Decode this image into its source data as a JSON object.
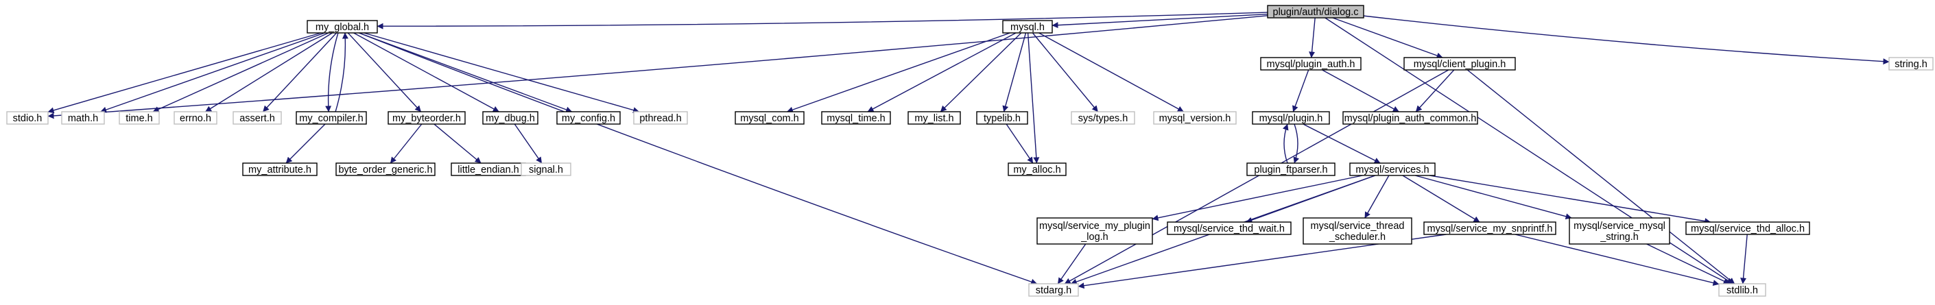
{
  "title": "plugin/auth/dialog.c",
  "colors": {
    "edge": "#191970",
    "root_fill": "#bfbfbf",
    "node_border": "#000000",
    "system_border": "#bfbfbf",
    "background": "#ffffff"
  },
  "nodes": [
    {
      "id": "dialog_c",
      "label": "plugin/auth/dialog.c",
      "kind": "root"
    },
    {
      "id": "my_global_h",
      "label": "my_global.h",
      "kind": "linked"
    },
    {
      "id": "mysql_h",
      "label": "mysql.h",
      "kind": "linked"
    },
    {
      "id": "mysql_plugin_auth_h",
      "label": "mysql/plugin_auth.h",
      "kind": "linked"
    },
    {
      "id": "mysql_client_plugin_h",
      "label": "mysql/client_plugin.h",
      "kind": "linked"
    },
    {
      "id": "string_h",
      "label": "string.h",
      "kind": "system"
    },
    {
      "id": "stdio_h",
      "label": "stdio.h",
      "kind": "system"
    },
    {
      "id": "math_h",
      "label": "math.h",
      "kind": "system"
    },
    {
      "id": "time_h",
      "label": "time.h",
      "kind": "system"
    },
    {
      "id": "errno_h",
      "label": "errno.h",
      "kind": "system"
    },
    {
      "id": "assert_h",
      "label": "assert.h",
      "kind": "system"
    },
    {
      "id": "my_compiler_h",
      "label": "my_compiler.h",
      "kind": "linked"
    },
    {
      "id": "my_byteorder_h",
      "label": "my_byteorder.h",
      "kind": "linked"
    },
    {
      "id": "my_dbug_h",
      "label": "my_dbug.h",
      "kind": "linked"
    },
    {
      "id": "my_config_h",
      "label": "my_config.h",
      "kind": "linked"
    },
    {
      "id": "pthread_h",
      "label": "pthread.h",
      "kind": "system"
    },
    {
      "id": "my_attribute_h",
      "label": "my_attribute.h",
      "kind": "linked"
    },
    {
      "id": "byte_order_generic_h",
      "label": "byte_order_generic.h",
      "kind": "linked"
    },
    {
      "id": "little_endian_h",
      "label": "little_endian.h",
      "kind": "linked"
    },
    {
      "id": "signal_h",
      "label": "signal.h",
      "kind": "system"
    },
    {
      "id": "mysql_com_h",
      "label": "mysql_com.h",
      "kind": "linked"
    },
    {
      "id": "mysql_time_h",
      "label": "mysql_time.h",
      "kind": "linked"
    },
    {
      "id": "my_list_h",
      "label": "my_list.h",
      "kind": "linked"
    },
    {
      "id": "typelib_h",
      "label": "typelib.h",
      "kind": "linked"
    },
    {
      "id": "sys_types_h",
      "label": "sys/types.h",
      "kind": "system"
    },
    {
      "id": "mysql_version_h",
      "label": "mysql_version.h",
      "kind": "system"
    },
    {
      "id": "my_alloc_h",
      "label": "my_alloc.h",
      "kind": "linked"
    },
    {
      "id": "mysql_plugin_h",
      "label": "mysql/plugin.h",
      "kind": "linked"
    },
    {
      "id": "mysql_plugin_auth_common_h",
      "label": "mysql/plugin_auth_common.h",
      "kind": "linked"
    },
    {
      "id": "plugin_ftparser_h",
      "label": "plugin_ftparser.h",
      "kind": "linked"
    },
    {
      "id": "mysql_services_h",
      "label": "mysql/services.h",
      "kind": "linked"
    },
    {
      "id": "svc_plugin_log_h",
      "label": "mysql/service_my_plugin\n_log.h",
      "kind": "linked"
    },
    {
      "id": "svc_thd_wait_h",
      "label": "mysql/service_thd_wait.h",
      "kind": "linked"
    },
    {
      "id": "svc_thread_scheduler_h",
      "label": "mysql/service_thread\n_scheduler.h",
      "kind": "linked"
    },
    {
      "id": "svc_snprintf_h",
      "label": "mysql/service_my_snprintf.h",
      "kind": "linked"
    },
    {
      "id": "svc_mysql_string_h",
      "label": "mysql/service_mysql\n_string.h",
      "kind": "linked"
    },
    {
      "id": "svc_thd_alloc_h",
      "label": "mysql/service_thd_alloc.h",
      "kind": "linked"
    },
    {
      "id": "stdarg_h",
      "label": "stdarg.h",
      "kind": "system"
    },
    {
      "id": "stdlib_h",
      "label": "stdlib.h",
      "kind": "system"
    }
  ],
  "edges": [
    [
      "dialog_c",
      "my_global_h"
    ],
    [
      "dialog_c",
      "mysql_h"
    ],
    [
      "dialog_c",
      "mysql_plugin_auth_h"
    ],
    [
      "dialog_c",
      "mysql_client_plugin_h"
    ],
    [
      "dialog_c",
      "string_h"
    ],
    [
      "dialog_c",
      "stdio_h"
    ],
    [
      "dialog_c",
      "stdlib_h"
    ],
    [
      "my_global_h",
      "stdio_h"
    ],
    [
      "my_global_h",
      "math_h"
    ],
    [
      "my_global_h",
      "time_h"
    ],
    [
      "my_global_h",
      "errno_h"
    ],
    [
      "my_global_h",
      "assert_h"
    ],
    [
      "my_global_h",
      "my_compiler_h"
    ],
    [
      "my_global_h",
      "my_byteorder_h"
    ],
    [
      "my_global_h",
      "my_dbug_h"
    ],
    [
      "my_global_h",
      "my_config_h"
    ],
    [
      "my_global_h",
      "pthread_h"
    ],
    [
      "my_global_h",
      "stdarg_h"
    ],
    [
      "my_compiler_h",
      "my_global_h"
    ],
    [
      "my_compiler_h",
      "my_attribute_h"
    ],
    [
      "my_byteorder_h",
      "byte_order_generic_h"
    ],
    [
      "my_byteorder_h",
      "little_endian_h"
    ],
    [
      "my_dbug_h",
      "signal_h"
    ],
    [
      "mysql_h",
      "mysql_com_h"
    ],
    [
      "mysql_h",
      "mysql_time_h"
    ],
    [
      "mysql_h",
      "my_list_h"
    ],
    [
      "mysql_h",
      "typelib_h"
    ],
    [
      "mysql_h",
      "sys_types_h"
    ],
    [
      "mysql_h",
      "mysql_version_h"
    ],
    [
      "mysql_h",
      "my_alloc_h"
    ],
    [
      "typelib_h",
      "my_alloc_h"
    ],
    [
      "mysql_plugin_auth_h",
      "mysql_plugin_h"
    ],
    [
      "mysql_plugin_auth_h",
      "mysql_plugin_auth_common_h"
    ],
    [
      "mysql_client_plugin_h",
      "mysql_plugin_auth_common_h"
    ],
    [
      "mysql_client_plugin_h",
      "stdarg_h"
    ],
    [
      "mysql_client_plugin_h",
      "stdlib_h"
    ],
    [
      "mysql_plugin_h",
      "plugin_ftparser_h"
    ],
    [
      "mysql_plugin_h",
      "mysql_services_h"
    ],
    [
      "plugin_ftparser_h",
      "mysql_plugin_h"
    ],
    [
      "mysql_services_h",
      "svc_plugin_log_h"
    ],
    [
      "mysql_services_h",
      "svc_thd_wait_h"
    ],
    [
      "mysql_services_h",
      "svc_thread_scheduler_h"
    ],
    [
      "mysql_services_h",
      "svc_snprintf_h"
    ],
    [
      "mysql_services_h",
      "svc_mysql_string_h"
    ],
    [
      "mysql_services_h",
      "svc_thd_alloc_h"
    ],
    [
      "mysql_services_h",
      "stdarg_h"
    ],
    [
      "svc_plugin_log_h",
      "stdarg_h"
    ],
    [
      "svc_snprintf_h",
      "stdarg_h"
    ],
    [
      "svc_snprintf_h",
      "stdlib_h"
    ],
    [
      "svc_mysql_string_h",
      "stdlib_h"
    ],
    [
      "svc_thd_alloc_h",
      "stdlib_h"
    ]
  ]
}
